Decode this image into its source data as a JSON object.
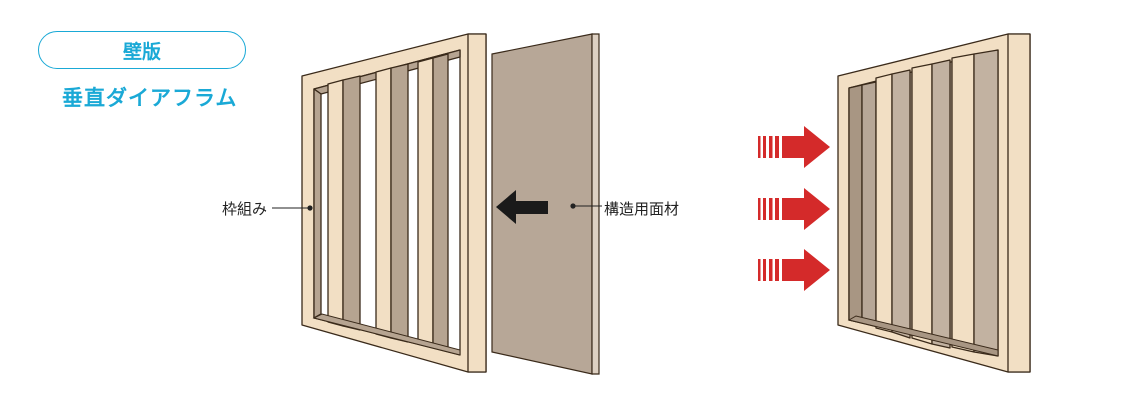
{
  "title": {
    "badge": "壁版",
    "subtitle": "垂直ダイアフラム"
  },
  "labels": {
    "frame": "枠組み",
    "panel": "構造用面材"
  },
  "colors": {
    "accent": "#1aa9d6",
    "wood": "#f2dfc4",
    "wood_edge": "#3a2a1a",
    "panel": "#b7a797",
    "arrow_black": "#1a1a1a",
    "arrow_red": "#d42a2a"
  },
  "icons": {
    "push_arrow": "left-arrow-icon",
    "force_arrows": "right-arrow-icon"
  }
}
